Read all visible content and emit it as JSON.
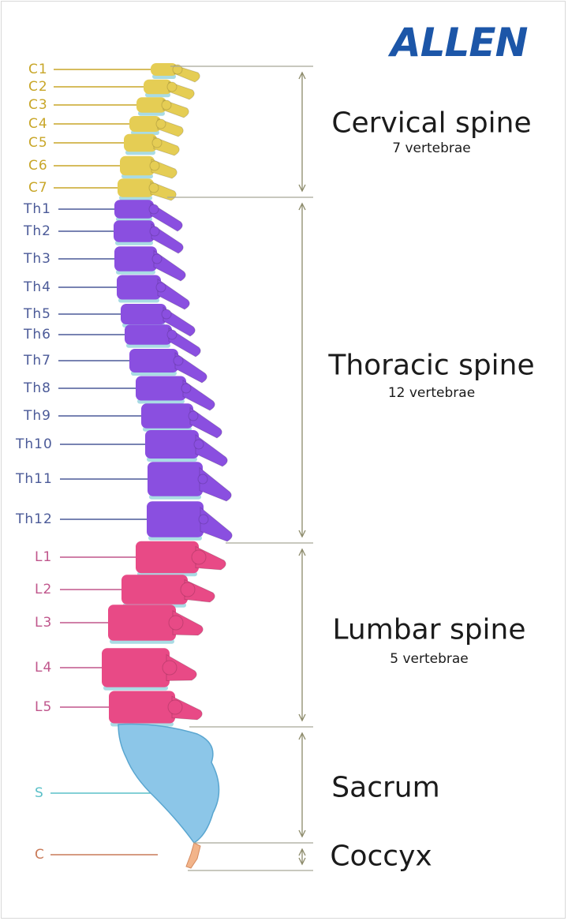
{
  "logo": {
    "text": "ALLEN",
    "color": "#1c56a8"
  },
  "regions": [
    {
      "name": "cervical",
      "title": "Cervical spine",
      "count": "7 vertebrae",
      "color": "#e5cd54",
      "label_color": "#c8a628"
    },
    {
      "name": "thoracic",
      "title": "Thoracic spine",
      "count": "12 vertebrae",
      "color": "#8a4fe0",
      "label_color": "#4b5a98"
    },
    {
      "name": "lumbar",
      "title": "Lumbar spine",
      "count": "5 vertebrae",
      "color": "#e84a86",
      "label_color": "#c0568c"
    },
    {
      "name": "sacrum",
      "title": "Sacrum",
      "count": "",
      "color": "#8cc6e8",
      "label_color": "#5bc0c8"
    },
    {
      "name": "coccyx",
      "title": "Coccyx",
      "count": "",
      "color": "#f2b48a",
      "label_color": "#c97a58"
    }
  ],
  "vertebrae": [
    {
      "label": "C1",
      "region": "cervical"
    },
    {
      "label": "C2",
      "region": "cervical"
    },
    {
      "label": "C3",
      "region": "cervical"
    },
    {
      "label": "C4",
      "region": "cervical"
    },
    {
      "label": "C5",
      "region": "cervical"
    },
    {
      "label": "C6",
      "region": "cervical"
    },
    {
      "label": "C7",
      "region": "cervical"
    },
    {
      "label": "Th1",
      "region": "thoracic"
    },
    {
      "label": "Th2",
      "region": "thoracic"
    },
    {
      "label": "Th3",
      "region": "thoracic"
    },
    {
      "label": "Th4",
      "region": "thoracic"
    },
    {
      "label": "Th5",
      "region": "thoracic"
    },
    {
      "label": "Th6",
      "region": "thoracic"
    },
    {
      "label": "Th7",
      "region": "thoracic"
    },
    {
      "label": "Th8",
      "region": "thoracic"
    },
    {
      "label": "Th9",
      "region": "thoracic"
    },
    {
      "label": "Th10",
      "region": "thoracic"
    },
    {
      "label": "Th11",
      "region": "thoracic"
    },
    {
      "label": "Th12",
      "region": "thoracic"
    },
    {
      "label": "L1",
      "region": "lumbar"
    },
    {
      "label": "L2",
      "region": "lumbar"
    },
    {
      "label": "L3",
      "region": "lumbar"
    },
    {
      "label": "L4",
      "region": "lumbar"
    },
    {
      "label": "L5",
      "region": "lumbar"
    },
    {
      "label": "S",
      "region": "sacrum"
    },
    {
      "label": "C",
      "region": "coccyx"
    }
  ],
  "disc_color": "#a9dbe4"
}
